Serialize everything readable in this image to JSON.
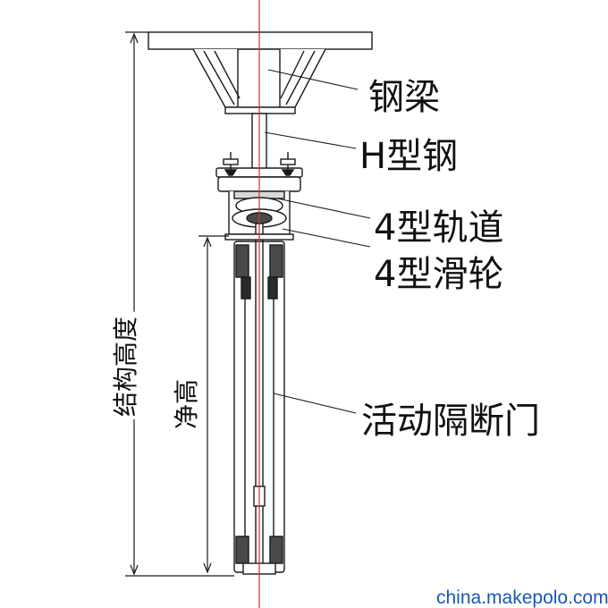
{
  "diagram": {
    "labels": {
      "steel_beam": "钢梁",
      "h_beam": "H型钢",
      "track": "4型轨道",
      "pulley": "4型滑轮",
      "door": "活动隔断门",
      "structure_height": "结构高度",
      "clear_height": "净高"
    },
    "watermark": "china.makepolo.com",
    "colors": {
      "line": "#1a1a1a",
      "centerline": "#d0302a",
      "watermark": "#1a56b8",
      "fill_dark": "#4a4a4a",
      "fill_light": "#d8d8d8"
    }
  }
}
